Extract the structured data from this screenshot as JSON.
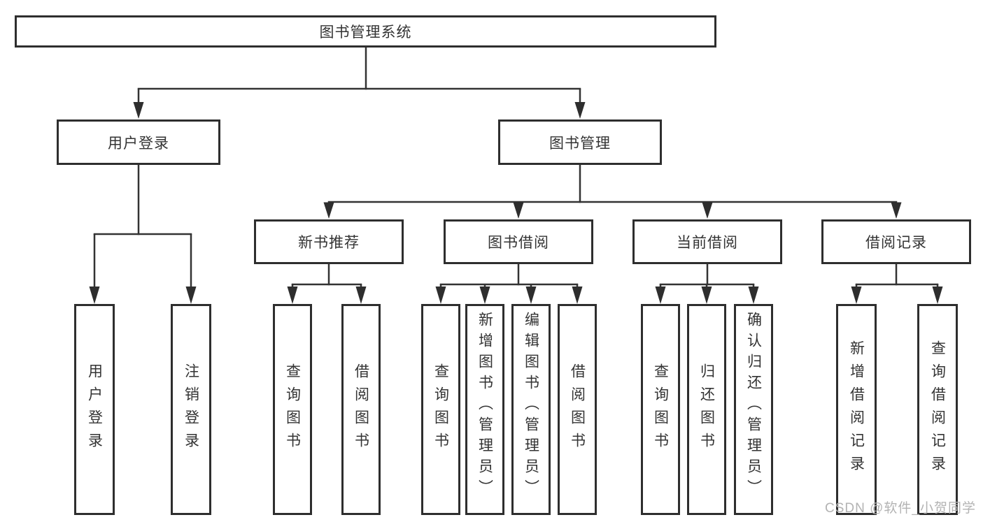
{
  "tree": {
    "root": {
      "label": "图书管理系统"
    },
    "children": [
      {
        "label": "用户登录",
        "children": [
          {
            "label": "用户登录"
          },
          {
            "label": "注销登录"
          }
        ]
      },
      {
        "label": "图书管理",
        "children": [
          {
            "label": "新书推荐",
            "children": [
              {
                "label": "查询图书"
              },
              {
                "label": "借阅图书"
              }
            ]
          },
          {
            "label": "图书借阅",
            "children": [
              {
                "label": "查询图书"
              },
              {
                "label": "新增图书（管理员）"
              },
              {
                "label": "编辑图书（管理员）"
              },
              {
                "label": "借阅图书"
              }
            ]
          },
          {
            "label": "当前借阅",
            "children": [
              {
                "label": "查询图书"
              },
              {
                "label": "归还图书"
              },
              {
                "label": "确认归还（管理员）"
              }
            ]
          },
          {
            "label": "借阅记录",
            "children": [
              {
                "label": "新增借阅记录"
              },
              {
                "label": "查询借阅记录"
              }
            ]
          }
        ]
      }
    ]
  },
  "colors": {
    "border": "#2e2e2e",
    "line": "#333333",
    "text": "#333333",
    "watermark": "#b3b3b3"
  },
  "watermark": "CSDN @软件_小贺同学"
}
